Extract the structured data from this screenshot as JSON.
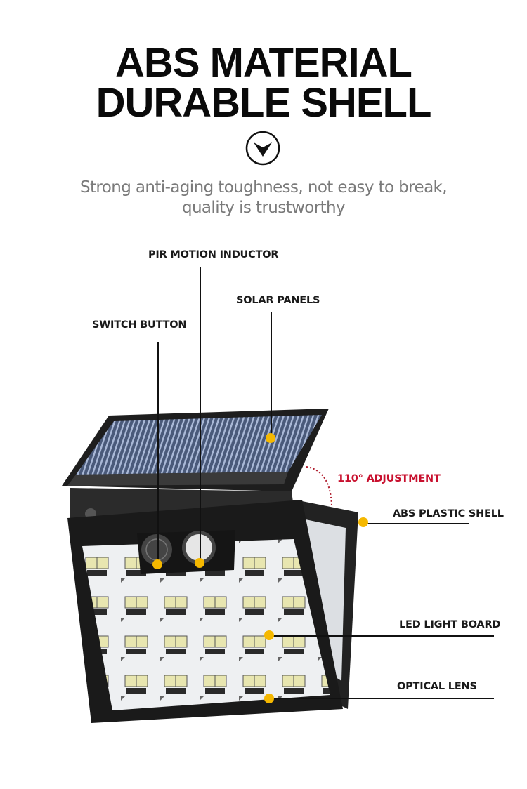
{
  "header": {
    "title_line1": "ABS MATERIAL",
    "title_line2": "DURABLE SHELL",
    "icon": "chevron-down-circle-icon",
    "subtitle_line1": "Strong anti-aging toughness, not easy to break,",
    "subtitle_line2": "quality is trustworthy"
  },
  "callouts": {
    "pir_motion_inductor": "PIR MOTION INDUCTOR",
    "solar_panels": "SOLAR PANELS",
    "switch_button": "SWITCH BUTTON",
    "adjustment": "110° ADJUSTMENT",
    "abs_plastic_shell": "ABS PLASTIC SHELL",
    "led_light_board": "LED LIGHT BOARD",
    "optical_lens": "OPTICAL LENS"
  },
  "colors": {
    "callout_dot": "#f5b800",
    "adjustment_text": "#c8102e",
    "title_text": "#0a0a0a",
    "subtitle_text": "#7a7a7a"
  }
}
